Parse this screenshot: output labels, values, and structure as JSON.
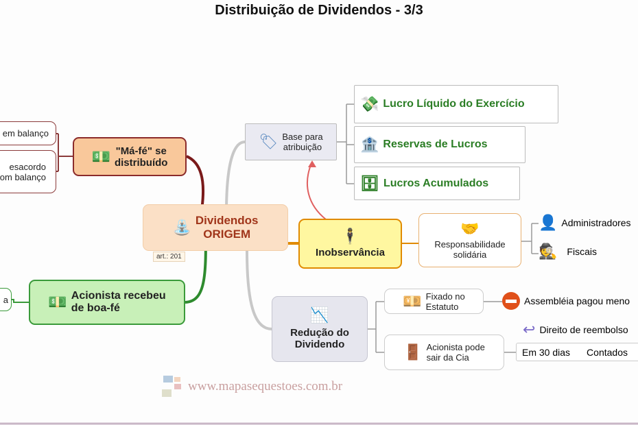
{
  "title": "Distribuição de  Dividendos  - 3/3",
  "center": {
    "line1": "Dividendos",
    "line2": "ORIGEM",
    "note": "art.: 201"
  },
  "left": {
    "ma_fe": {
      "line1": "\"Má-fé\" se",
      "line2": "distribuído"
    },
    "ma_fe_children": [
      {
        "line1": "em balanço"
      },
      {
        "line1": "esacordo",
        "line2": "om balanço"
      }
    ],
    "boa_fe": {
      "line1": "Acionista recebeu",
      "line2": "de boa-fé"
    },
    "boa_fe_child": "a"
  },
  "base": {
    "line1": "Base para",
    "line2": "atribuição",
    "children": [
      "Lucro Líquido do Exercício",
      "Reservas de Lucros",
      "Lucros Acumulados"
    ]
  },
  "inobservancia": {
    "label": "Inobservância",
    "responsabilidade": {
      "line1": "Responsabilidade",
      "line2": "solidária",
      "children": [
        "Administradores",
        "Fiscais"
      ]
    }
  },
  "reducao": {
    "line1": "Redução do",
    "line2": "Dividendo",
    "fixado": {
      "line1": "Fixado no",
      "line2": "Estatuto",
      "child": "Assembléia pagou meno"
    },
    "sair": {
      "line1": "Acionista pode",
      "line2": "sair da Cia",
      "reembolso": "Direito de reembolso",
      "prazo": [
        "Em 30 dias",
        "Contados"
      ]
    }
  },
  "watermark": "www.mapasequestoes.com.br"
}
